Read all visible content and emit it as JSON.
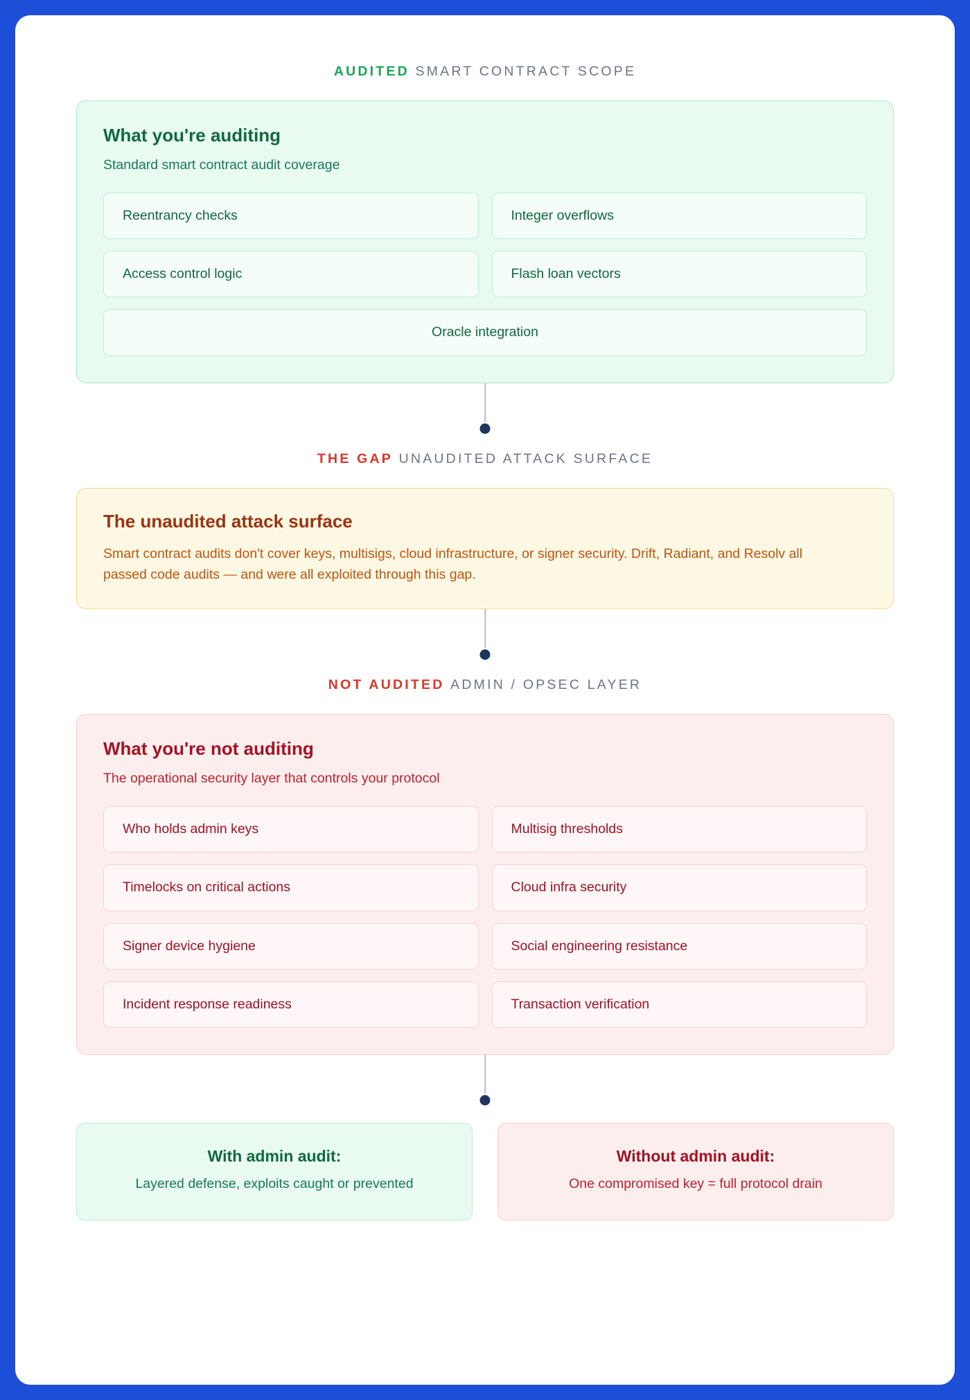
{
  "sections": {
    "audited": {
      "eyebrow_kicker": "AUDITED",
      "eyebrow_rest": "SMART CONTRACT SCOPE",
      "title": "What you're auditing",
      "subtitle": "Standard smart contract audit coverage",
      "items": [
        "Reentrancy checks",
        "Integer overflows",
        "Access control logic",
        "Flash loan vectors",
        "Oracle integration"
      ]
    },
    "gap": {
      "eyebrow_kicker": "THE GAP",
      "eyebrow_rest": "UNAUDITED ATTACK SURFACE",
      "title": "The unaudited attack surface",
      "body": "Smart contract audits don't cover keys, multisigs, cloud infrastructure, or signer security. Drift, Radiant, and Resolv all passed code audits — and were all exploited through this gap."
    },
    "not_audited": {
      "eyebrow_kicker": "NOT AUDITED",
      "eyebrow_rest": "ADMIN / OPSEC LAYER",
      "title": "What you're not auditing",
      "subtitle": "The operational security layer that controls your protocol",
      "items": [
        "Who holds admin keys",
        "Multisig thresholds",
        "Timelocks on critical actions",
        "Cloud infra security",
        "Signer device hygiene",
        "Social engineering resistance",
        "Incident response readiness",
        "Transaction verification"
      ]
    },
    "compare": {
      "with": {
        "title": "With admin audit:",
        "text": "Layered defense, exploits caught or prevented"
      },
      "without": {
        "title": "Without admin audit:",
        "text": "One compromised key = full protocol drain"
      }
    }
  },
  "colors": {
    "page_background": "#1d4ed8",
    "card_background": "#ffffff",
    "green_accent": "#18a558",
    "green_dark": "#10693f",
    "red_accent": "#d8382c",
    "red_dark": "#a11225",
    "amber_text": "#c2550f",
    "amber_title": "#9a3412",
    "eyebrow_gray": "#6b7488",
    "connector_dot": "#1e355e",
    "connector_line": "#c9cfe4"
  }
}
